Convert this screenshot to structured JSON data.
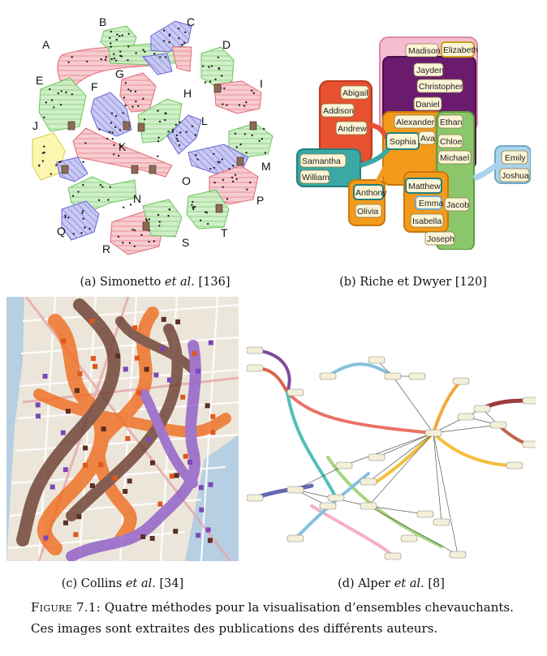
{
  "panel_a": {
    "labels": [
      "A",
      "B",
      "C",
      "D",
      "E",
      "F",
      "G",
      "H",
      "I",
      "J",
      "K",
      "L",
      "M",
      "N",
      "O",
      "P",
      "Q",
      "R",
      "S",
      "T"
    ],
    "caption": {
      "prefix": "(a) Simonetto ",
      "etal": "et al.",
      "suffix": " [136]"
    }
  },
  "panel_b": {
    "names": [
      "Madison",
      "Elizabeth",
      "Jayden",
      "Christopher",
      "Daniel",
      "Abigail",
      "Addison",
      "Andrew",
      "Alexander",
      "Ethan",
      "Sophia",
      "Ava",
      "Chloe",
      "Michael",
      "Samantha",
      "William",
      "Emily",
      "Joshua",
      "Matthew",
      "Emma",
      "Jacob",
      "Anthony",
      "Olivia",
      "Isabella",
      "Joseph"
    ],
    "caption": "(b) Riche et Dwyer [120]"
  },
  "panel_c": {
    "caption": {
      "prefix": "(c) Collins ",
      "etal": "et al.",
      "suffix": " [34]"
    }
  },
  "panel_d": {
    "caption": {
      "prefix": "(d) Alper ",
      "etal": "et al.",
      "suffix": " [8]"
    }
  },
  "figure_caption": {
    "label": "Figure 7.1:",
    "text": " Quatre méthodes pour la visualisation d’ensembles chevauchants. Ces images sont extraites des publications des différents auteurs."
  }
}
